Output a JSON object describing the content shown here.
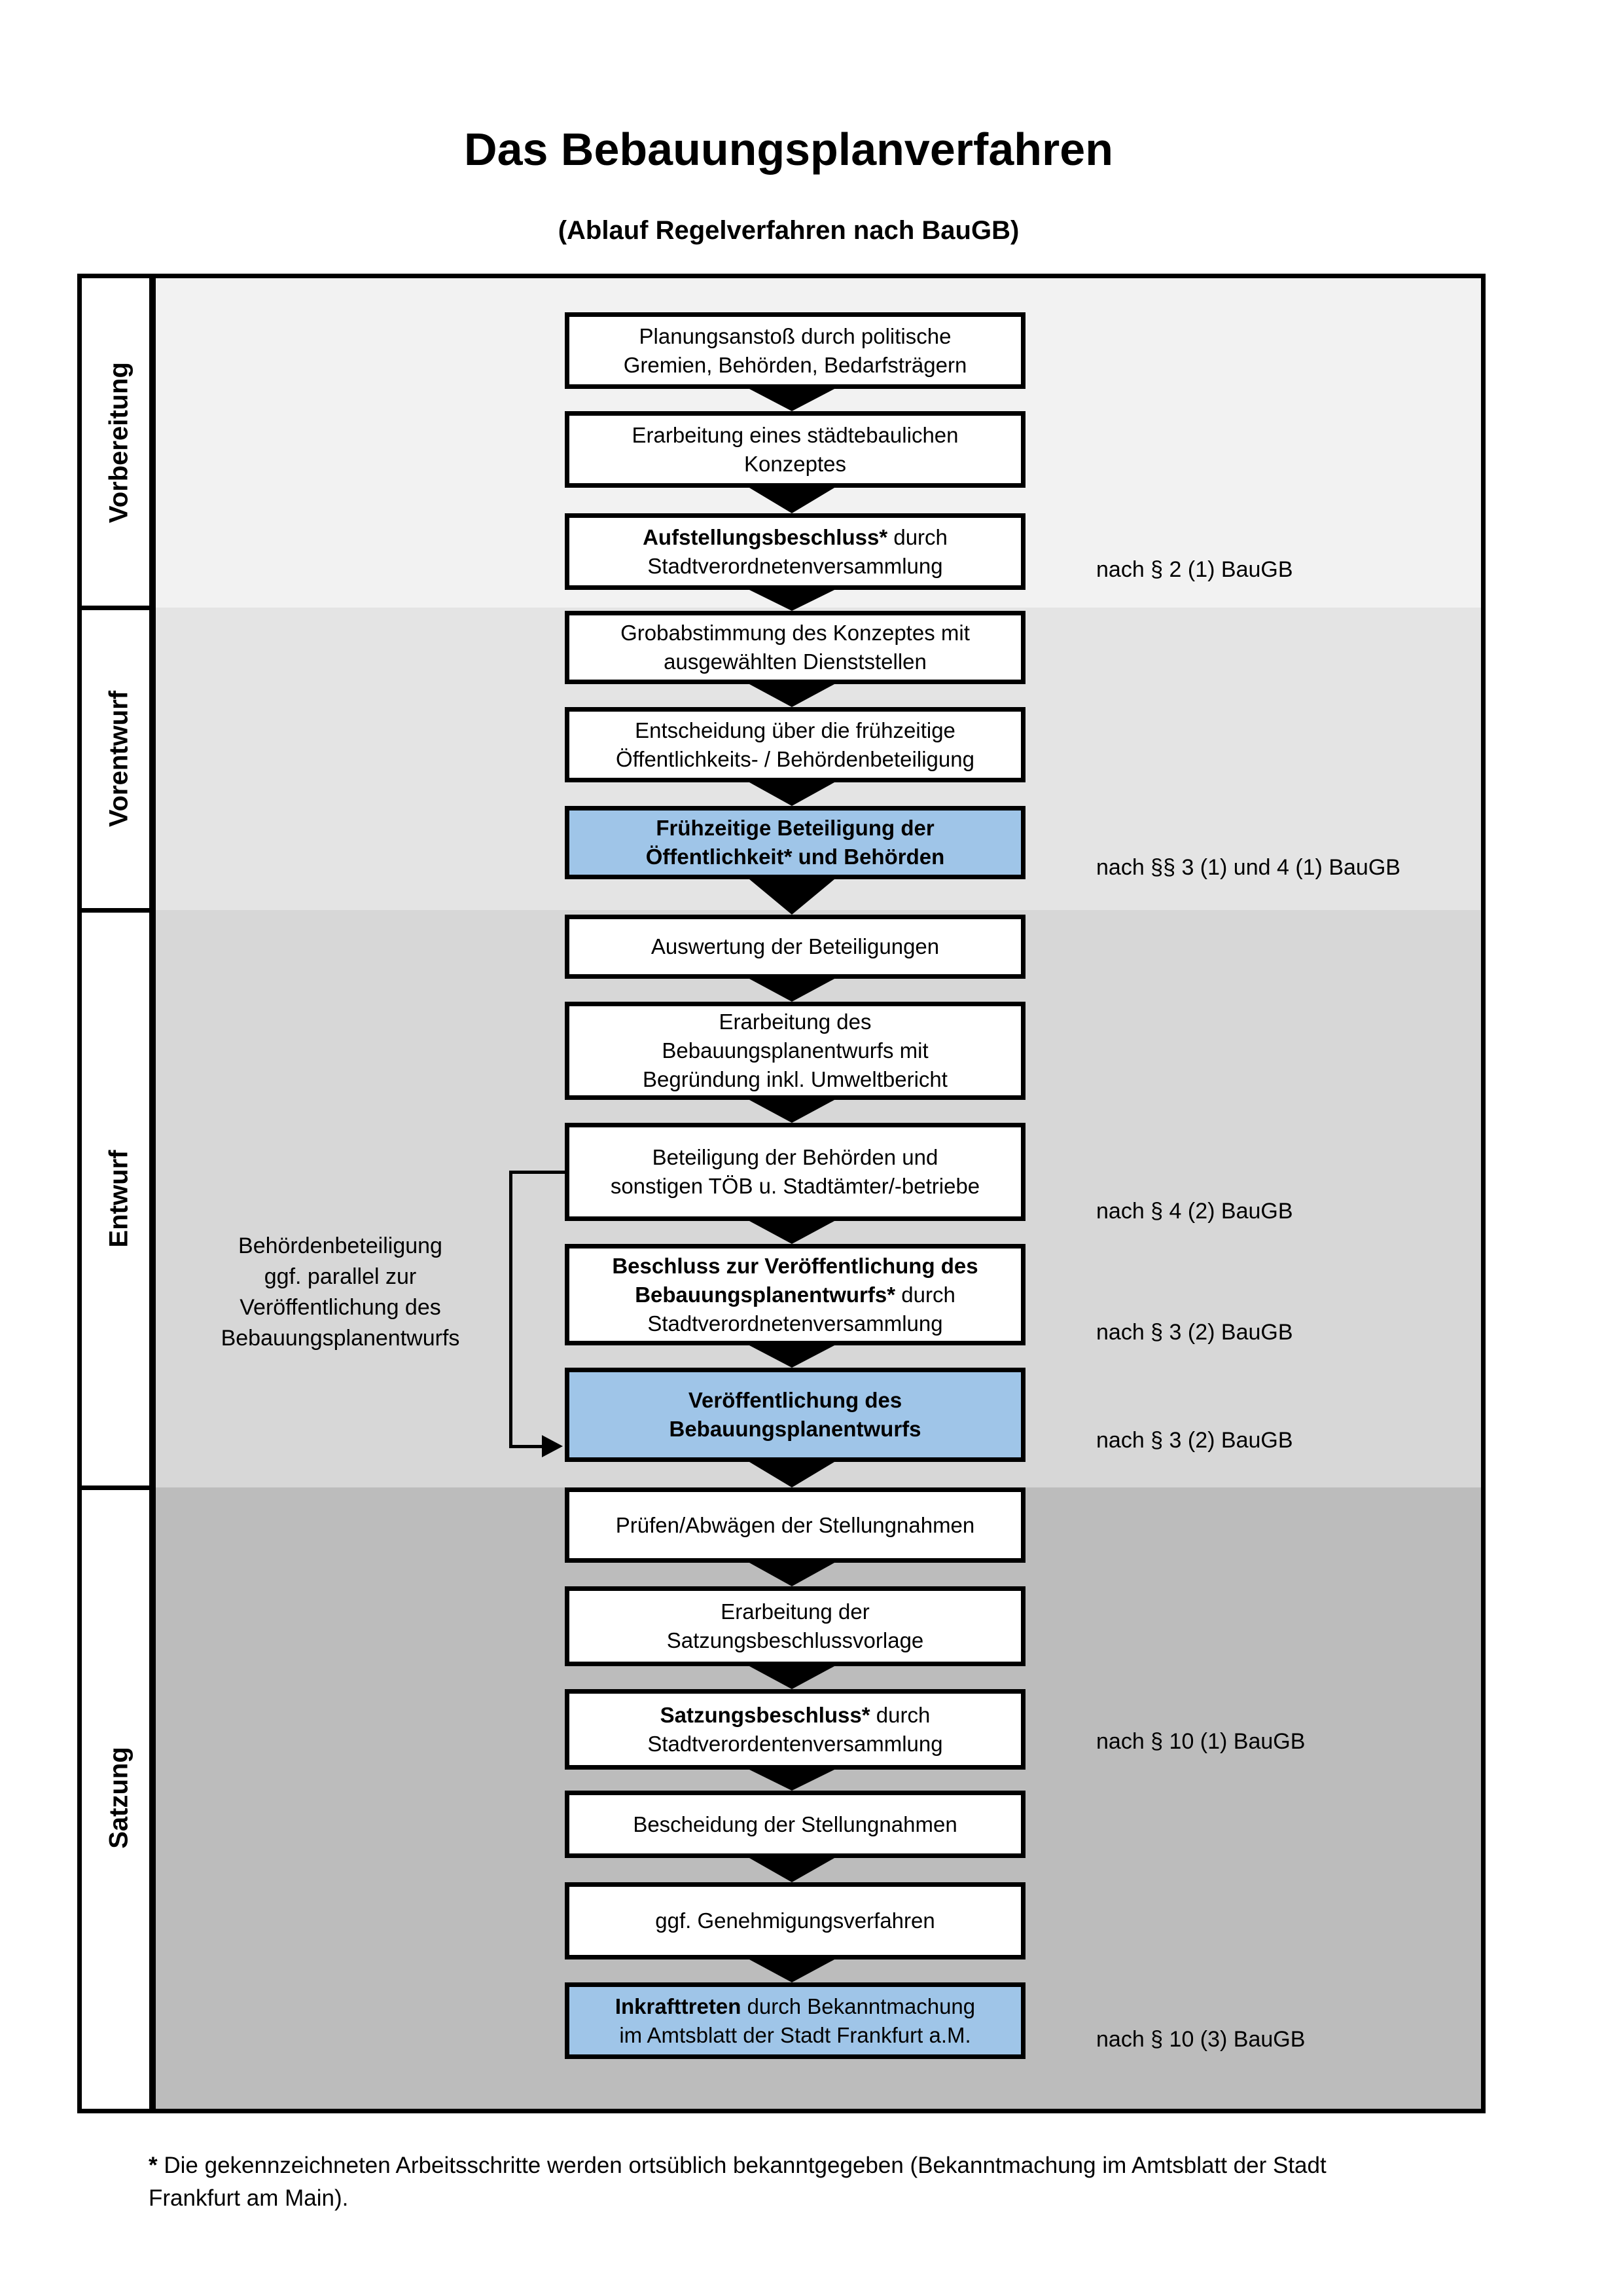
{
  "title": "Das Bebauungsplanverfahren",
  "subtitle": "(Ablauf Regelverfahren nach BauGB)",
  "colors": {
    "highlight": "#9FC5E8",
    "box_border": "#000000",
    "phase_backgrounds": [
      "#F2F2F2",
      "#E4E4E4",
      "#D7D7D7",
      "#BCBCBC"
    ]
  },
  "phases": {
    "labels": [
      "Vorbereitung",
      "Vorentwurf",
      "Entwurf",
      "Satzung"
    ]
  },
  "flow": {
    "boxes": [
      {
        "id": "b1",
        "highlight": false,
        "lines": [
          [
            {
              "t": "Planungsanstoß durch politische",
              "b": false
            }
          ],
          [
            {
              "t": "Gremien, Behörden, Bedarfsträgern",
              "b": false
            }
          ]
        ]
      },
      {
        "id": "b2",
        "highlight": false,
        "lines": [
          [
            {
              "t": "Erarbeitung eines städtebaulichen",
              "b": false
            }
          ],
          [
            {
              "t": "Konzeptes",
              "b": false
            }
          ]
        ]
      },
      {
        "id": "b3",
        "highlight": false,
        "lines": [
          [
            {
              "t": "Aufstellungsbeschluss*",
              "b": true
            },
            {
              "t": " durch",
              "b": false
            }
          ],
          [
            {
              "t": "Stadtverordnetenversammlung",
              "b": false
            }
          ]
        ]
      },
      {
        "id": "b4",
        "highlight": false,
        "lines": [
          [
            {
              "t": "Grobabstimmung des Konzeptes mit",
              "b": false
            }
          ],
          [
            {
              "t": "ausgewählten Dienststellen",
              "b": false
            }
          ]
        ]
      },
      {
        "id": "b5",
        "highlight": false,
        "lines": [
          [
            {
              "t": "Entscheidung über die frühzeitige",
              "b": false
            }
          ],
          [
            {
              "t": "Öffentlichkeits- / Behördenbeteiligung",
              "b": false
            }
          ]
        ]
      },
      {
        "id": "b6",
        "highlight": true,
        "lines": [
          [
            {
              "t": "Frühzeitige Beteiligung der",
              "b": true
            }
          ],
          [
            {
              "t": "Öffentlichkeit* und Behörden",
              "b": true
            }
          ]
        ]
      },
      {
        "id": "b7",
        "highlight": false,
        "lines": [
          [
            {
              "t": "Auswertung der Beteiligungen",
              "b": false
            }
          ]
        ]
      },
      {
        "id": "b8",
        "highlight": false,
        "lines": [
          [
            {
              "t": "Erarbeitung des",
              "b": false
            }
          ],
          [
            {
              "t": "Bebauungsplanentwurfs mit",
              "b": false
            }
          ],
          [
            {
              "t": "Begründung inkl. Umweltbericht",
              "b": false
            }
          ]
        ]
      },
      {
        "id": "b9",
        "highlight": false,
        "lines": [
          [
            {
              "t": "Beteiligung der Behörden und",
              "b": false
            }
          ],
          [
            {
              "t": "sonstigen TÖB u. Stadtämter/-betriebe",
              "b": false
            }
          ]
        ]
      },
      {
        "id": "b10",
        "highlight": false,
        "lines": [
          [
            {
              "t": "Beschluss zur Veröffentlichung des",
              "b": true
            }
          ],
          [
            {
              "t": "Bebauungsplanentwurfs*",
              "b": true
            },
            {
              "t": " durch",
              "b": false
            }
          ],
          [
            {
              "t": "Stadtverordnetenversammlung",
              "b": false
            }
          ]
        ]
      },
      {
        "id": "b11",
        "highlight": true,
        "lines": [
          [
            {
              "t": "Veröffentlichung des",
              "b": true
            }
          ],
          [
            {
              "t": "Bebauungsplanentwurfs",
              "b": true
            }
          ]
        ]
      },
      {
        "id": "b12",
        "highlight": false,
        "lines": [
          [
            {
              "t": "Prüfen/Abwägen der Stellungnahmen",
              "b": false
            }
          ]
        ]
      },
      {
        "id": "b13",
        "highlight": false,
        "lines": [
          [
            {
              "t": "Erarbeitung der",
              "b": false
            }
          ],
          [
            {
              "t": "Satzungsbeschlussvorlage",
              "b": false
            }
          ]
        ]
      },
      {
        "id": "b14",
        "highlight": false,
        "lines": [
          [
            {
              "t": "Satzungsbeschluss*",
              "b": true
            },
            {
              "t": " durch",
              "b": false
            }
          ],
          [
            {
              "t": "Stadtverordentenversammlung",
              "b": false
            }
          ]
        ]
      },
      {
        "id": "b15",
        "highlight": false,
        "lines": [
          [
            {
              "t": "Bescheidung der Stellungnahmen",
              "b": false
            }
          ]
        ]
      },
      {
        "id": "b16",
        "highlight": false,
        "lines": [
          [
            {
              "t": "ggf. Genehmigungsverfahren",
              "b": false
            }
          ]
        ]
      },
      {
        "id": "b17",
        "highlight": true,
        "lines": [
          [
            {
              "t": "Inkrafttreten",
              "b": true
            },
            {
              "t": " durch Bekanntmachung",
              "b": false
            }
          ],
          [
            {
              "t": "im Amtsblatt der Stadt Frankfurt a.M.",
              "b": false
            }
          ]
        ]
      }
    ]
  },
  "annotations": [
    {
      "text": "nach § 2 (1) BauGB"
    },
    {
      "text": "nach §§ 3 (1) und 4 (1) BauGB"
    },
    {
      "text": "nach § 4 (2) BauGB"
    },
    {
      "text": "nach § 3 (2) BauGB"
    },
    {
      "text": "nach § 3 (2) BauGB"
    },
    {
      "text": "nach § 10 (1) BauGB"
    },
    {
      "text": "nach § 10 (3) BauGB"
    }
  ],
  "side_note": {
    "lines": [
      "Behördenbeteiligung",
      "ggf. parallel zur",
      "Veröffentlichung des",
      "Bebauungsplanentwurfs"
    ]
  },
  "footnote": {
    "marker": "*",
    "line1": "Die gekennzeichneten Arbeitsschritte werden ortsüblich bekanntgegeben (Bekanntmachung im Amtsblatt  der Stadt",
    "line2": "Frankfurt am Main)."
  }
}
